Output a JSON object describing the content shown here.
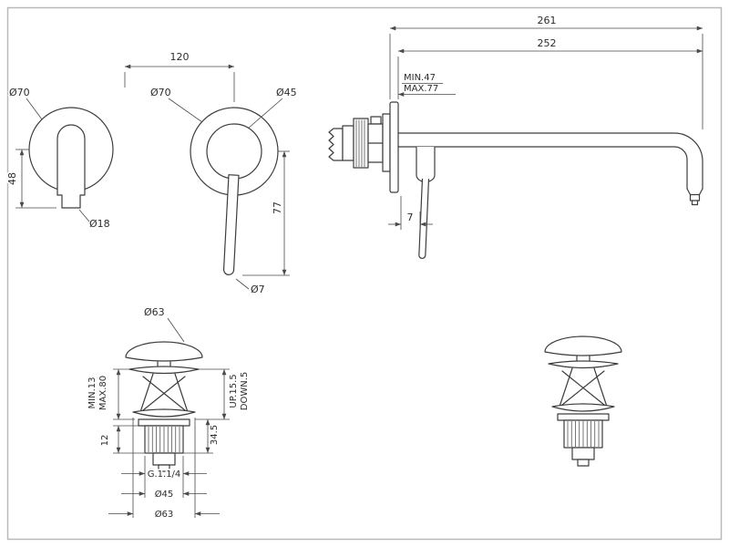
{
  "colors": {
    "line": "#3d3d3d",
    "background": "#ffffff",
    "frame": "#b9b9b9"
  },
  "views": {
    "spout_front": {
      "escutcheon_diameter": "Ø70",
      "outlet_drop": "48",
      "spout_diameter": "Ø18"
    },
    "mixer_front": {
      "center_distance": "120",
      "escutcheon_diameter": "Ø70",
      "rosette_diameter": "Ø45",
      "lever_drop": "77",
      "lever_tip_diameter": "Ø7"
    },
    "spout_side": {
      "overall_length": "261",
      "spout_reach": "252",
      "min_wall_depth": "MIN.47",
      "max_wall_depth": "MAX.77",
      "handle_offset": "7"
    },
    "drain": {
      "cap_diameter": "Ø63",
      "min_clamp_height": "MIN.13",
      "max_clamp_height": "MAX.80",
      "up_stroke": "UP.15.5",
      "down_stroke": "DOWN.5",
      "lower_body_height": "34.5",
      "thread_length": "12",
      "thread_size": "G.1.1/4",
      "thread_diameter": "Ø45",
      "flange_diameter": "Ø63"
    }
  }
}
